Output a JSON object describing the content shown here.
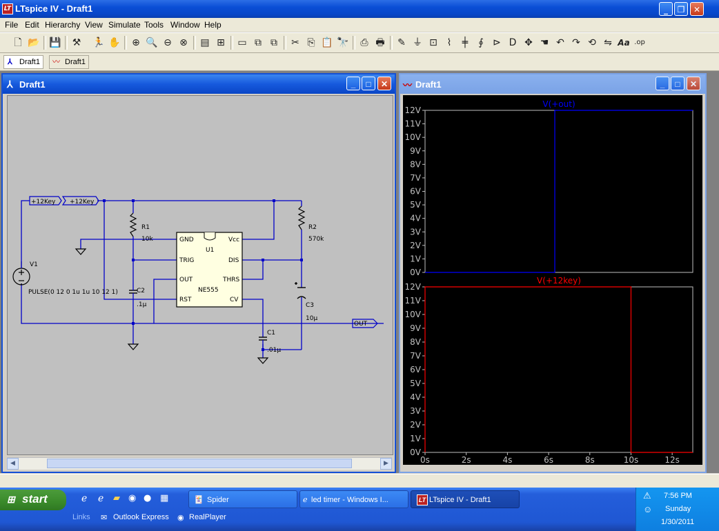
{
  "app": {
    "title": "LTspice IV - Draft1",
    "icon_letter": "LT"
  },
  "menu": [
    "File",
    "Edit",
    "Hierarchy",
    "View",
    "Simulate",
    "Tools",
    "Window",
    "Help"
  ],
  "tabs": [
    {
      "label": "Draft1",
      "icon": "schematic-icon",
      "active": true
    },
    {
      "label": "Draft1",
      "icon": "waveform-icon",
      "active": false
    }
  ],
  "schematic_window": {
    "title": "Draft1",
    "labels": {
      "net1a": "+12Key",
      "net1b": "+12Key",
      "v1": "V1",
      "v1_value": "PULSE(0 12 0 1u 1u 10 12 1)",
      "r1": "R1",
      "r1_value": "10k",
      "r2": "R2",
      "r2_value": "570k",
      "c2": "C2",
      "c2_value": ".1µ",
      "c3": "C3",
      "c3_value": "10µ",
      "c1": "C1",
      "c1_value": ".01µ",
      "u1": "U1",
      "u1_part": "NE555",
      "pin_gnd": "GND",
      "pin_trig": "TRIG",
      "pin_out": "OUT",
      "pin_rst": "RST",
      "pin_vcc": "Vcc",
      "pin_dis": "DIS",
      "pin_thrs": "THRS",
      "pin_cv": "CV",
      "out_label": "OUT"
    },
    "colors": {
      "wire": "#0000c8",
      "background": "#c0c0c0",
      "component": "#000000"
    }
  },
  "waveform_window": {
    "title": "Draft1",
    "colors": {
      "background": "#000000",
      "grid_frame": "#c0c0c0",
      "trace1": "#0000ff",
      "trace2": "#ff0000",
      "axis_text": "#c0c0c0"
    }
  },
  "chart_data": [
    {
      "type": "line",
      "title": "V(+out)",
      "y_ticks": [
        "12V",
        "11V",
        "10V",
        "9V",
        "8V",
        "7V",
        "6V",
        "5V",
        "4V",
        "3V",
        "2V",
        "1V",
        "0V"
      ],
      "ylim": [
        0,
        12
      ],
      "xlim": [
        0,
        13
      ],
      "series": [
        {
          "name": "V(+out)",
          "x": [
            0,
            6.3,
            6.3,
            13
          ],
          "y": [
            0,
            0,
            12,
            12
          ]
        }
      ]
    },
    {
      "type": "line",
      "title": "V(+12key)",
      "y_ticks": [
        "12V",
        "11V",
        "10V",
        "9V",
        "8V",
        "7V",
        "6V",
        "5V",
        "4V",
        "3V",
        "2V",
        "1V",
        "0V"
      ],
      "x_ticks": [
        "0s",
        "2s",
        "4s",
        "6s",
        "8s",
        "10s",
        "12s"
      ],
      "ylim": [
        0,
        12
      ],
      "xlim": [
        0,
        13
      ],
      "series": [
        {
          "name": "V(+12key)",
          "x": [
            0,
            0,
            10,
            10,
            13
          ],
          "y": [
            0,
            12,
            12,
            0,
            0
          ]
        }
      ]
    }
  ],
  "taskbar": {
    "start": "start",
    "buttons": [
      {
        "label": "Spider",
        "icon": "spider-icon"
      },
      {
        "label": "led timer - Windows I...",
        "icon": "ie-icon"
      },
      {
        "label": "LTspice IV - Draft1",
        "icon": "ltspice-icon"
      }
    ],
    "links_label": "Links",
    "links": [
      "Outlook Express",
      "RealPlayer"
    ],
    "clock": {
      "time": "7:56 PM",
      "day": "Sunday",
      "date": "1/30/2011"
    }
  }
}
